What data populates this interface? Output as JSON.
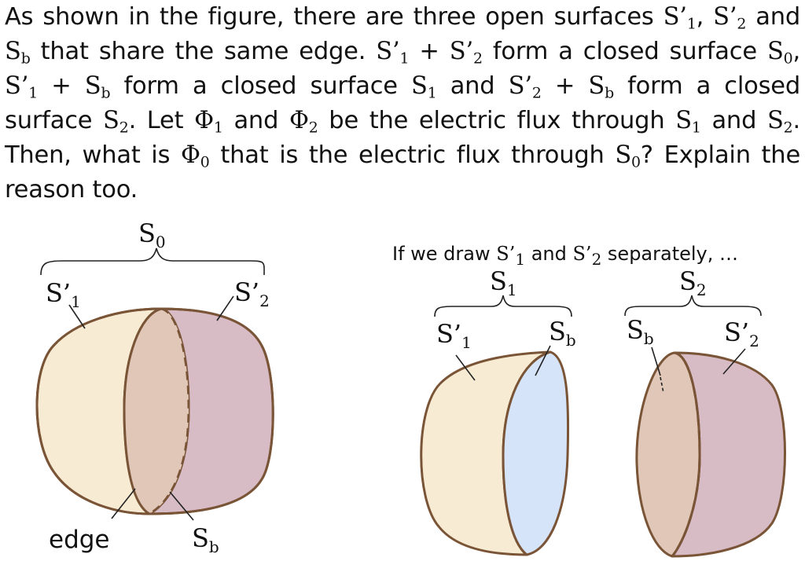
{
  "problem": {
    "t1": "As shown in the figure, there are three open surfaces ",
    "s1p": "S’",
    "s1p_sub": "1",
    "t2": ", ",
    "s2p": "S’",
    "s2p_sub": "2",
    "t3": " and ",
    "sb": "S",
    "sb_sub": "b",
    "t4": " that share the same edge. ",
    "s1p_b": "S’",
    "s1p_b_sub": "1",
    "t5": " + ",
    "s2p_b": "S’",
    "s2p_b_sub": "2",
    "t6": " form a closed surface ",
    "s0": "S",
    "s0_sub": "0",
    "t7": ", ",
    "s1p_c": "S’",
    "s1p_c_sub": "1",
    "t8": " + ",
    "sb_c": "S",
    "sb_c_sub": "b",
    "t9": " form a closed surface ",
    "s1": "S",
    "s1_sub": "1",
    "t10": " and ",
    "s2p_d": "S’",
    "s2p_d_sub": "2",
    "t11": " + ",
    "sb_d": "S",
    "sb_d_sub": "b",
    "t12": " form a closed surface ",
    "s2": "S",
    "s2_sub": "2",
    "t13": ". Let ",
    "phi1": "Φ",
    "phi1_sub": "1",
    "t14": " and ",
    "phi2": "Φ",
    "phi2_sub": "2",
    "t15": " be the electric flux through ",
    "s1_e": "S",
    "s1_e_sub": "1",
    "t16": " and ",
    "s2_e": "S",
    "s2_e_sub": "2",
    "t17": ". Then, what is ",
    "phi0": "Φ",
    "phi0_sub": "0",
    "t18": " that is the electric flux through ",
    "s0_e": "S",
    "s0_e_sub": "0",
    "t19": "? Explain the reason too."
  },
  "left_figure": {
    "brace_label": "S",
    "brace_label_sub": "0",
    "left_label": "S’",
    "left_label_sub": "1",
    "right_label": "S’",
    "right_label_sub": "2",
    "edge_label": "edge",
    "sb_label": "S",
    "sb_label_sub": "b"
  },
  "right_caption": {
    "t1": "If we draw ",
    "a": "S’",
    "a_sub": "1",
    "t2": " and ",
    "b": "S’",
    "b_sub": "2",
    "t3": " separately, …"
  },
  "fig_s1": {
    "brace_label": "S",
    "brace_label_sub": "1",
    "left_label": "S’",
    "left_label_sub": "1",
    "right_label": "S",
    "right_label_sub": "b"
  },
  "fig_s2": {
    "brace_label": "S",
    "brace_label_sub": "2",
    "left_label": "S",
    "left_label_sub": "b",
    "right_label": "S’",
    "right_label_sub": "2"
  },
  "colors": {
    "cream": "#f7ecd3",
    "mauve": "#d7bcc6",
    "tan": "#e0c7b8",
    "blue": "#d5e4f9",
    "outline": "#7a5436"
  }
}
